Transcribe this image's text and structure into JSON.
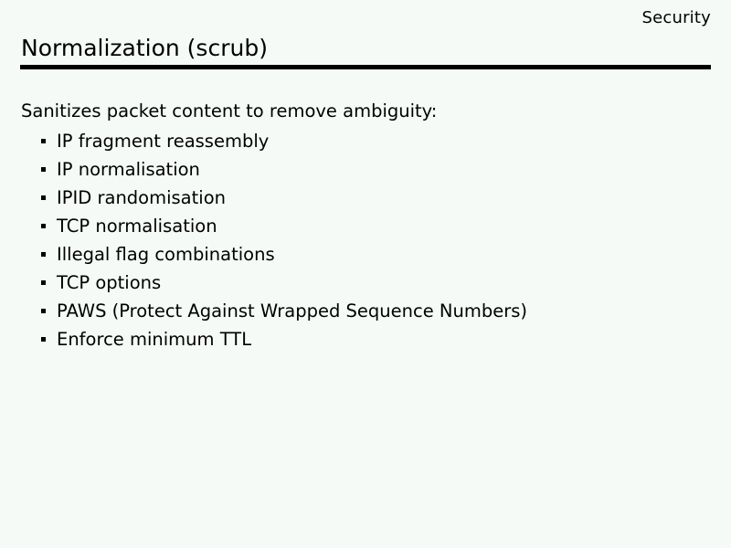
{
  "slide": {
    "header_right": "Security",
    "title": "Normalization (scrub)",
    "intro": "Sanitizes packet content to remove ambiguity:",
    "bullets": [
      {
        "label": "IP fragment reassembly"
      },
      {
        "label": "IP normalisation"
      },
      {
        "label": "IPID randomisation"
      },
      {
        "label": "TCP normalisation"
      },
      {
        "label": "Illegal flag combinations"
      },
      {
        "label": "TCP options"
      },
      {
        "label": "PAWS (Protect Against Wrapped Sequence Numbers)"
      },
      {
        "label": "Enforce minimum TTL"
      }
    ],
    "colors": {
      "background": "#f5faf6",
      "text": "#000000",
      "rule": "#000000",
      "bullet_marker": "#000000"
    }
  }
}
